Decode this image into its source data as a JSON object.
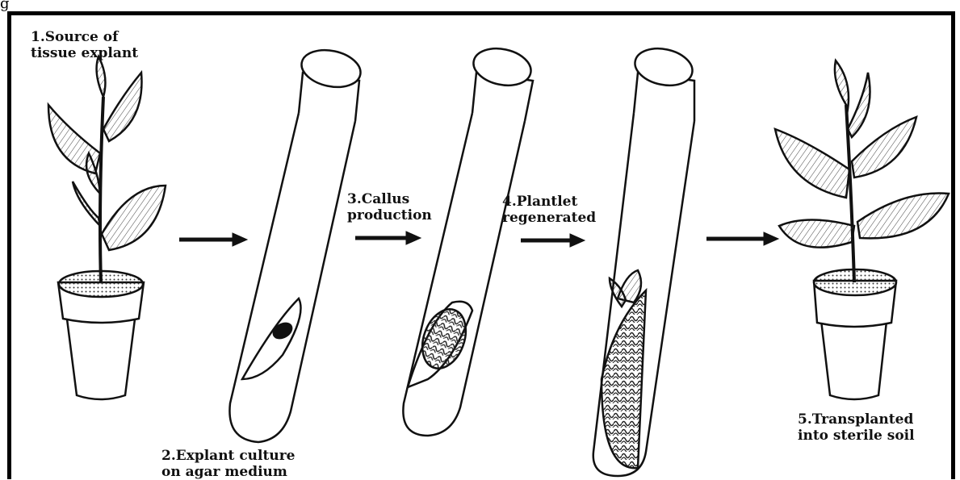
{
  "corner_text": "g",
  "steps": [
    {
      "lines": [
        "1.Source of",
        "tissue explant"
      ]
    },
    {
      "lines": [
        "2.Explant culture",
        "on agar medium"
      ]
    },
    {
      "lines": [
        "3.Callus",
        "production"
      ]
    },
    {
      "lines": [
        "4.Plantlet",
        "regenerated"
      ]
    },
    {
      "lines": [
        "5.Transplanted",
        "into sterile soil"
      ]
    }
  ],
  "colors": {
    "ink": "#111111",
    "background": "#ffffff"
  }
}
